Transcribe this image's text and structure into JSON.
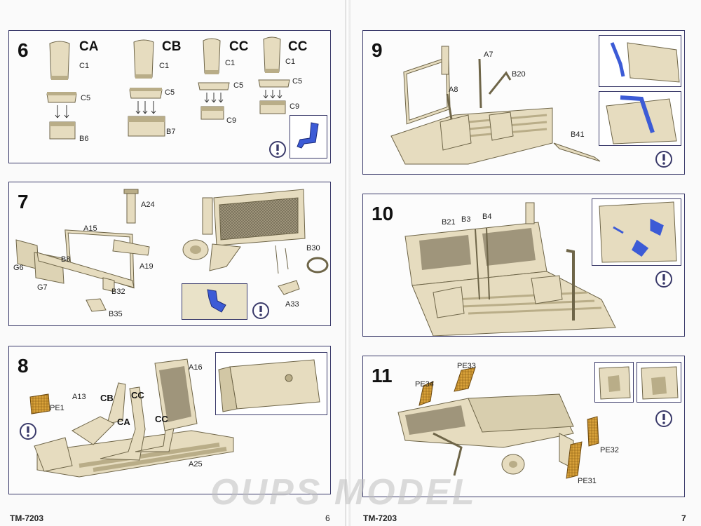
{
  "document": {
    "code": "TM-7203",
    "left_page_number": "6",
    "right_page_number": "7",
    "watermark": "OUPS MODEL"
  },
  "colors": {
    "panel_border": "#3a3a6a",
    "part_tan": "#e6dcbf",
    "part_shadow": "#b9ad88",
    "highlight_blue": "#3c5bd6",
    "photoetch_orange": "#d9a23a"
  },
  "steps": {
    "s6": {
      "number": "6",
      "groups": [
        {
          "name": "CA",
          "parts": [
            "C1",
            "C5",
            "B6"
          ]
        },
        {
          "name": "CB",
          "parts": [
            "C1",
            "C5",
            "B7"
          ]
        },
        {
          "name": "CC",
          "parts": [
            "C1",
            "C5",
            "C9"
          ]
        },
        {
          "name": "CC",
          "parts": [
            "C1",
            "C5",
            "C9"
          ]
        }
      ]
    },
    "s7": {
      "number": "7",
      "labels": [
        "A24",
        "A15",
        "B8",
        "G6",
        "G7",
        "A19",
        "B32",
        "B35",
        "B30",
        "A33"
      ]
    },
    "s8": {
      "number": "8",
      "labels": [
        "A16",
        "A13",
        "CB",
        "CC",
        "CA",
        "CC",
        "PE1",
        "A25"
      ]
    },
    "s9": {
      "number": "9",
      "labels": [
        "A7",
        "B20",
        "A8",
        "B41"
      ]
    },
    "s10": {
      "number": "10",
      "labels": [
        "B21",
        "B3",
        "B4"
      ]
    },
    "s11": {
      "number": "11",
      "labels": [
        "PE33",
        "PE34",
        "PE32",
        "PE31"
      ]
    }
  }
}
